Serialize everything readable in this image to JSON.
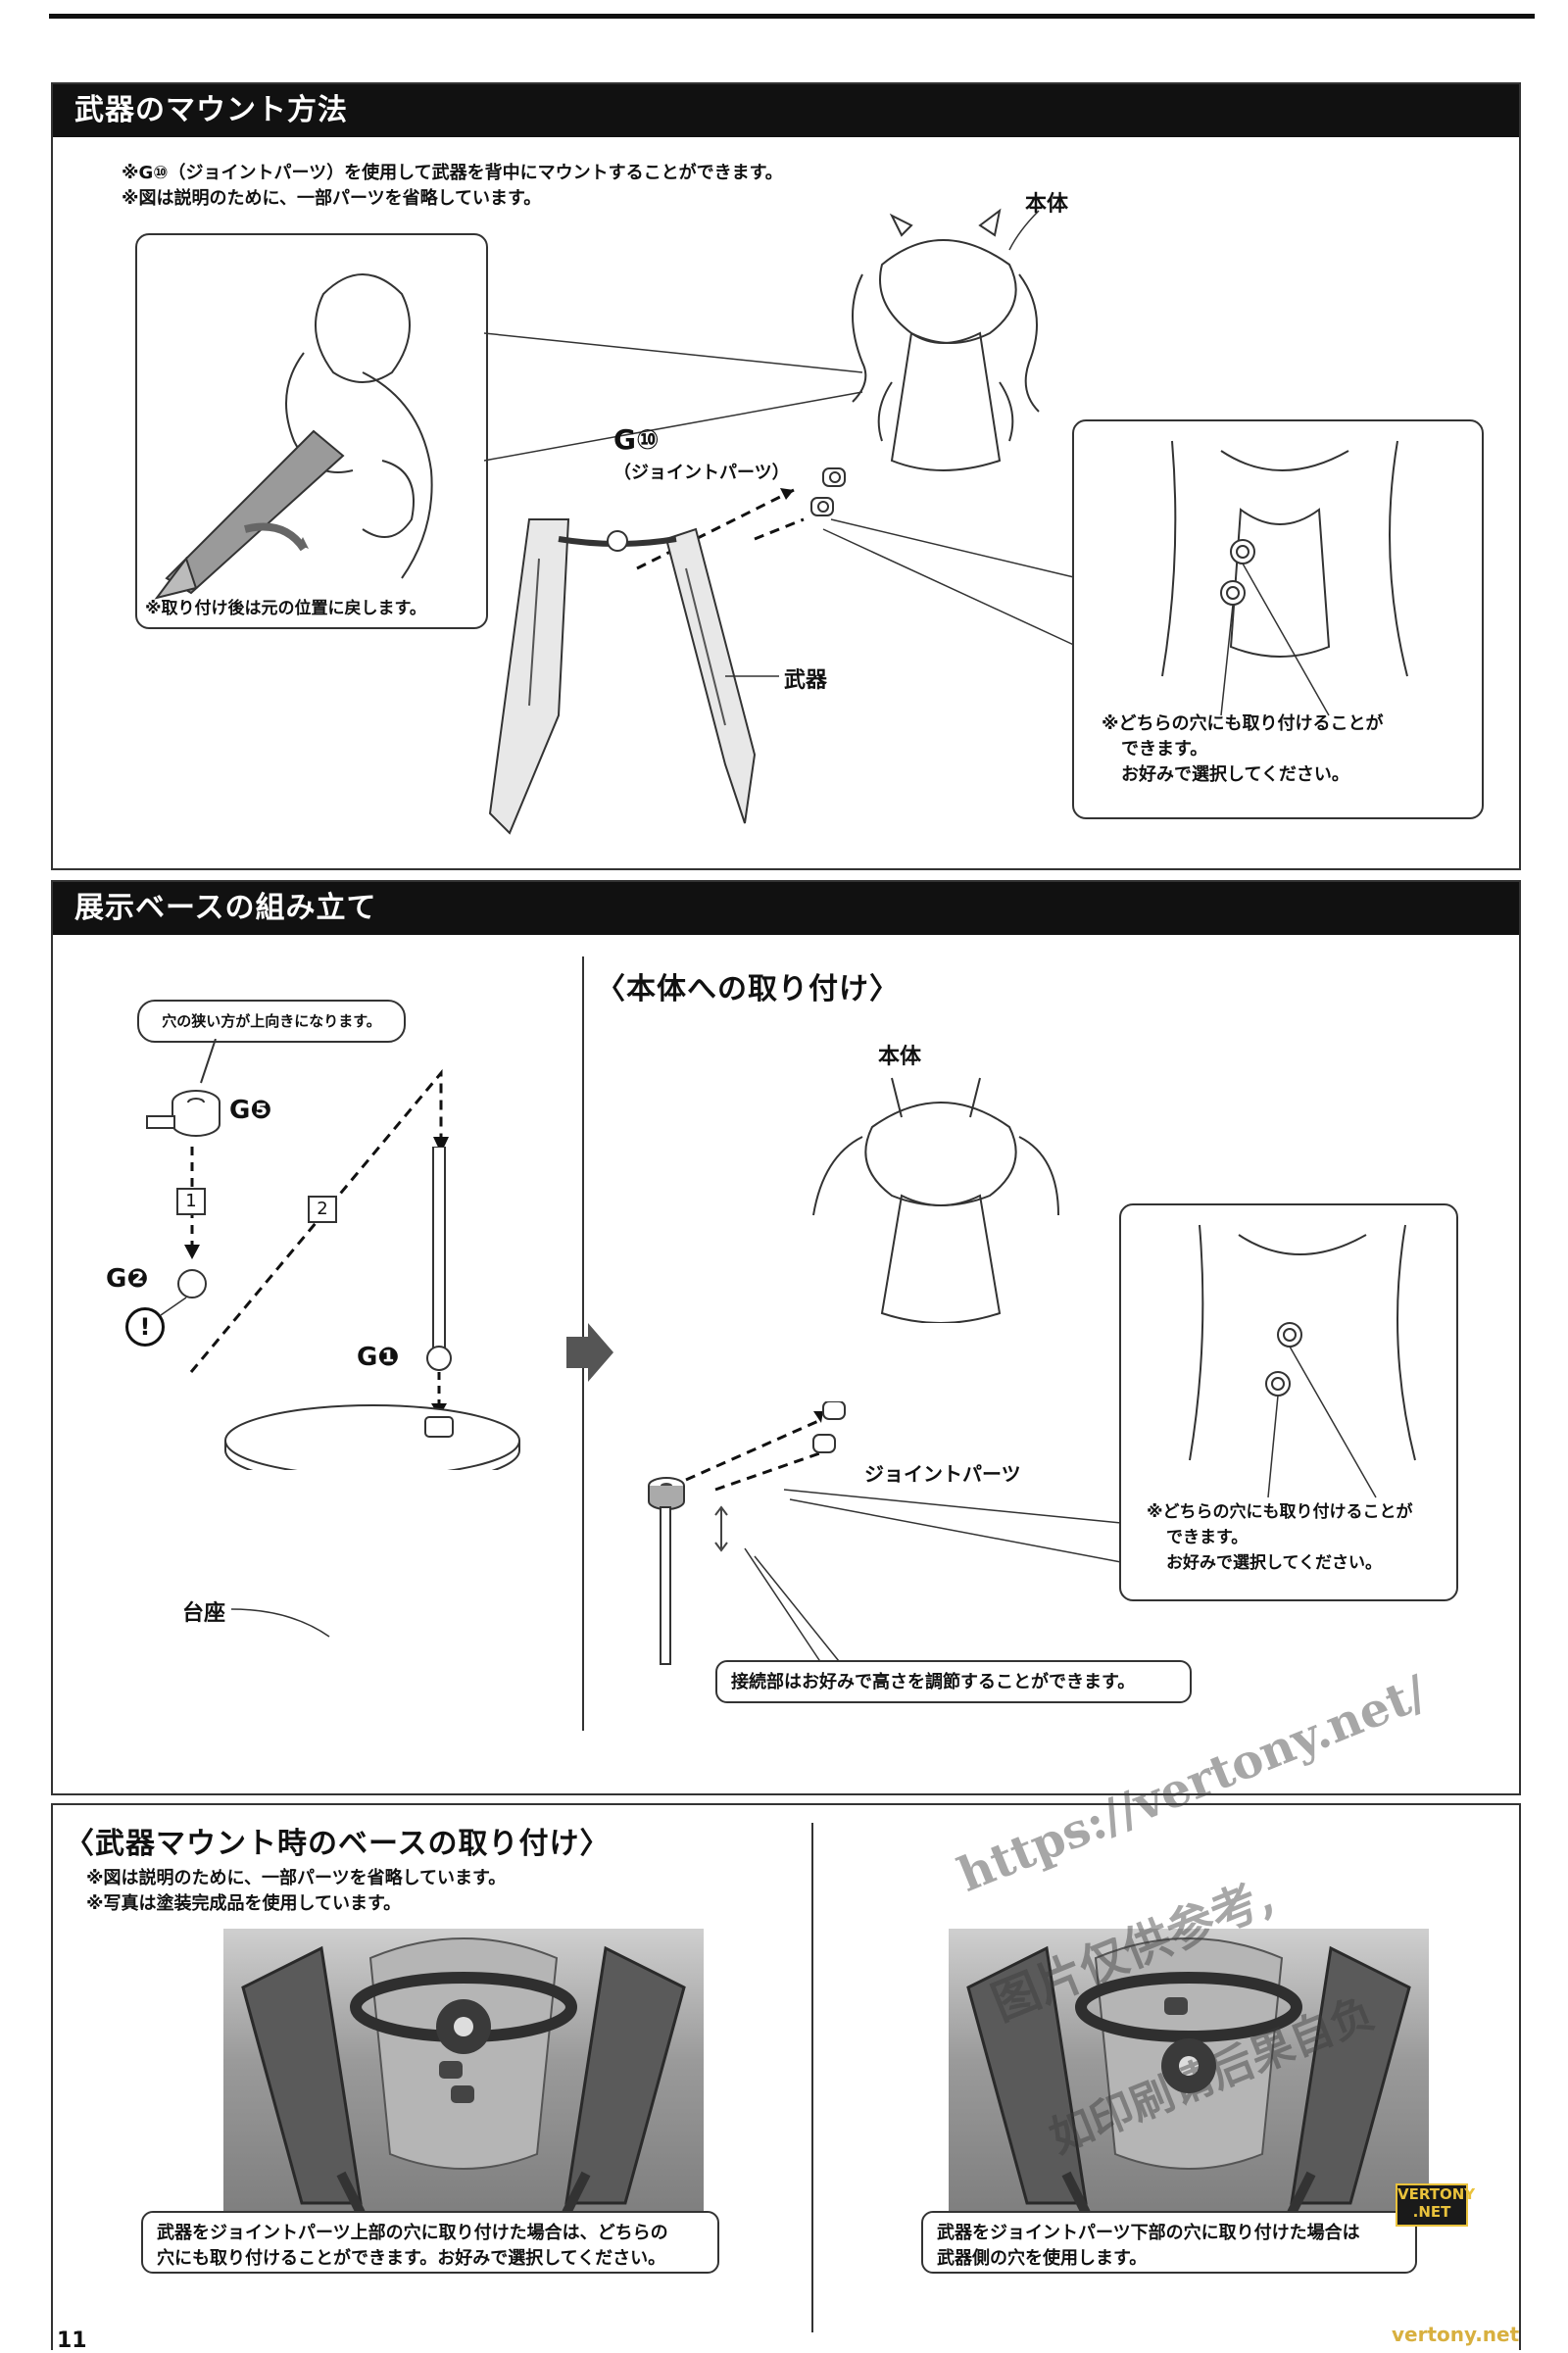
{
  "section1": {
    "title": "武器のマウント方法",
    "note_line1": "※G⑩（ジョイントパーツ）を使用して武器を背中にマウントすることができます。",
    "note_line2": "※図は説明のために、一部パーツを省略しています。",
    "body_label": "本体",
    "joint_code": "G⑩",
    "joint_label": "（ジョイントパーツ）",
    "weapon_label": "武器",
    "return_note": "※取り付け後は元の位置に戻します。",
    "hole_note_line1": "※どちらの穴にも取り付けることが",
    "hole_note_line2": "できます。",
    "hole_note_line3": "お好みで選択してください。"
  },
  "section2": {
    "title": "展示ベースの組み立て",
    "narrow_hole_note": "穴の狭い方が上向きになります。",
    "part_g5": "G❺",
    "part_g2": "G❷",
    "part_g1": "G❶",
    "step1": "1",
    "step2": "2",
    "caution_mark": "!",
    "base_label": "台座",
    "subtitle": "〈本体への取り付け〉",
    "body_label": "本体",
    "joint_label": "ジョイントパーツ",
    "hole_note_line1": "※どちらの穴にも取り付けることが",
    "hole_note_line2": "できます。",
    "hole_note_line3": "お好みで選択してください。",
    "height_note": "接続部はお好みで高さを調節することができます。"
  },
  "section3": {
    "subtitle": "〈武器マウント時のベースの取り付け〉",
    "note_line1": "※図は説明のために、一部パーツを省略しています。",
    "note_line2": "※写真は塗装完成品を使用しています。",
    "caption_left_line1": "武器をジョイントパーツ上部の穴に取り付けた場合は、どちらの",
    "caption_left_line2": "穴にも取り付けることができます。お好みで選択してください。",
    "caption_right_line1": "武器をジョイントパーツ下部の穴に取り付けた場合は",
    "caption_right_line2": "武器側の穴を使用します。"
  },
  "watermark": {
    "url": "https://vertony.net/",
    "line1": "图片仅供参考,",
    "line2": "如印刷请后果自负",
    "badge_line1": "VERTONY",
    "badge_line2": ".NET",
    "bottom_right": "vertony.net"
  },
  "page_number": "11"
}
